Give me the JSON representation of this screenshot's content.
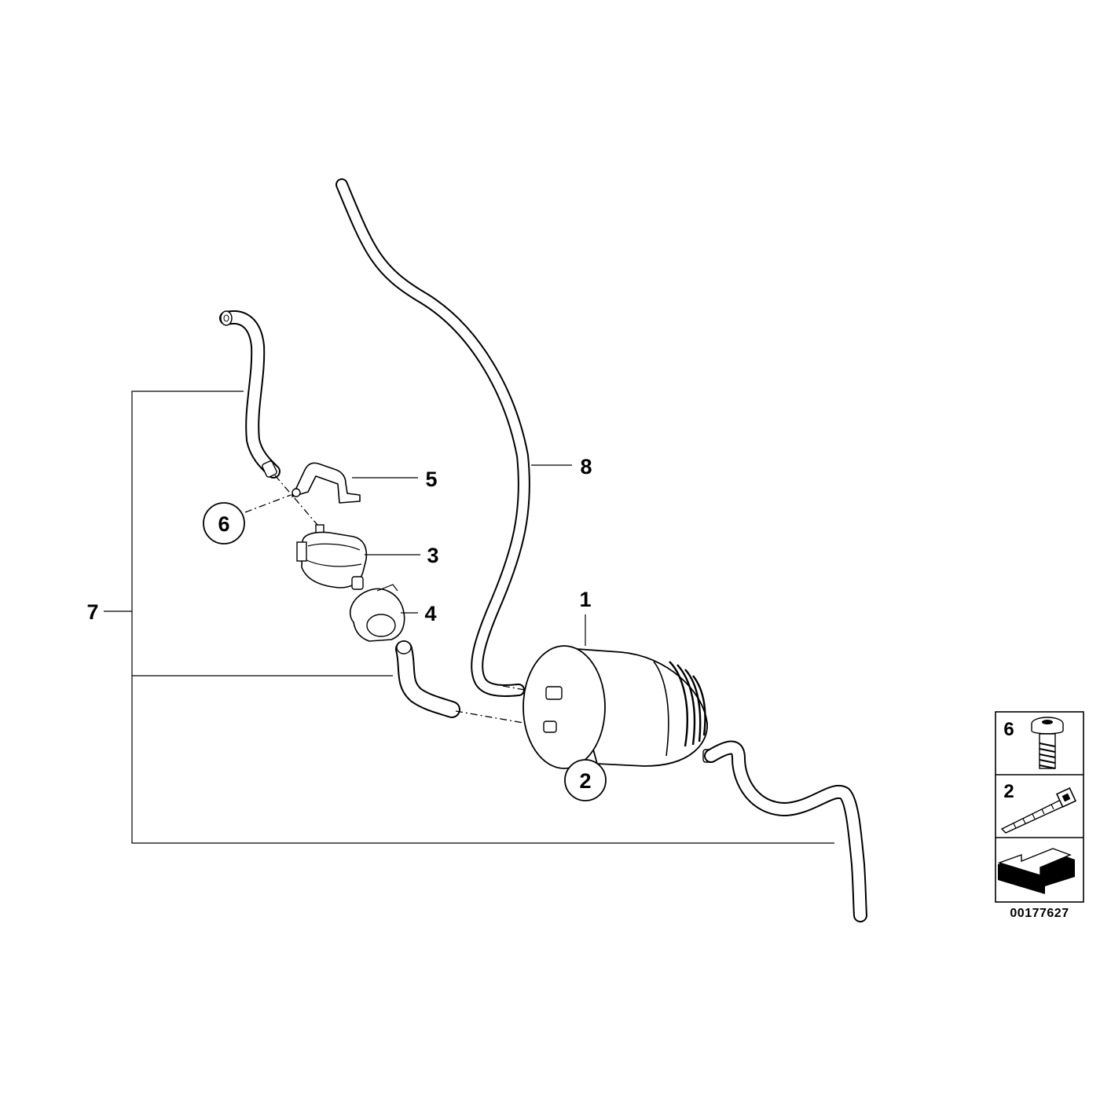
{
  "diagram": {
    "callouts": [
      {
        "id": "callout-1",
        "label": "1"
      },
      {
        "id": "callout-2",
        "label": "2"
      },
      {
        "id": "callout-3",
        "label": "3"
      },
      {
        "id": "callout-4",
        "label": "4"
      },
      {
        "id": "callout-5",
        "label": "5"
      },
      {
        "id": "callout-6",
        "label": "6"
      },
      {
        "id": "callout-7",
        "label": "7"
      },
      {
        "id": "callout-8",
        "label": "8"
      }
    ],
    "legend": {
      "items": [
        {
          "label": "6",
          "icon": "bolt-icon"
        },
        {
          "label": "2",
          "icon": "cable-tie-icon"
        },
        {
          "label": "",
          "icon": "arrow-left-icon"
        }
      ]
    },
    "diagram_id": "00177627"
  }
}
